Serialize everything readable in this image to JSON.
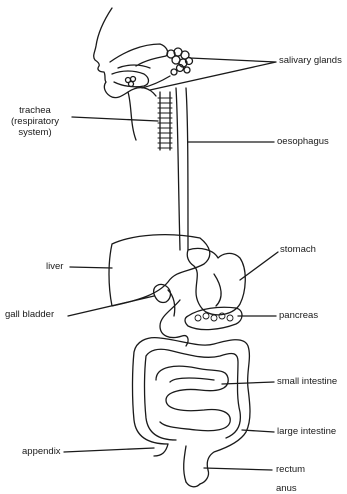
{
  "labels": {
    "salivary_glands": "salivary glands",
    "trachea_line1": "trachea",
    "trachea_line2": "(respiratory",
    "trachea_line3": "system)",
    "oesophagus": "oesophagus",
    "stomach": "stomach",
    "liver": "liver",
    "gall_bladder": "gall bladder",
    "pancreas": "pancreas",
    "small_intestine": "small intestine",
    "large_intestine": "large intestine",
    "appendix": "appendix",
    "rectum": "rectum",
    "anus": "anus"
  },
  "colors": {
    "ink": "#1a1a1a",
    "paper": "#ffffff"
  }
}
